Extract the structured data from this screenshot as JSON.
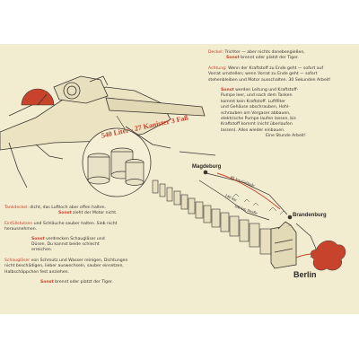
{
  "right_column": [
    {
      "key": "Deckel:",
      "text": "Trichter — aber nichts danebengießen,"
    },
    {
      "key": "Sonst",
      "text": "brennt oder platzt der Tiger."
    },
    {
      "key": "Achtung:",
      "text": "Wenn der Kraftstoff zu Ende geht — sofort auf"
    },
    {
      "key": "",
      "text": "Vorrat umstellen; wenn Vorrat zu Ende geht — sofort"
    },
    {
      "key": "",
      "text": "stehenbleiben und Motor ausschalten. 30 Sekunden Arbeit!"
    },
    {
      "key": "Sonst",
      "text": "werden Leitung und Kraftstoff-"
    },
    {
      "key": "",
      "text": "Pumpe leer, und nach dem Tanken"
    },
    {
      "key": "",
      "text": "kommt kein Kraftstoff. Luftfilter"
    },
    {
      "key": "",
      "text": "und Gehäuse abschrauben, Hohl-"
    },
    {
      "key": "",
      "text": "schrauben am Vergaser abbauen,"
    },
    {
      "key": "",
      "text": "elektrische Pumpe laufen lassen, bis"
    },
    {
      "key": "",
      "text": "Kraftstoff kommt (nicht überlaufen"
    },
    {
      "key": "",
      "text": "lassen). Alles wieder einbauen."
    },
    {
      "key": "",
      "text": "Eine Stunde Arbeit!"
    }
  ],
  "left_column": [
    {
      "key": "Tankdeckel:",
      "text": "dicht, das Luftloch aber offen halten."
    },
    {
      "key": "Sonst",
      "text": "zieht der Motor nicht."
    },
    {
      "key": "Einfüllstutzen",
      "text": "und Schläuche sauber halten. Sieb nicht"
    },
    {
      "key": "",
      "text": "herausnehmen."
    },
    {
      "key": "Sonst",
      "text": "verdrecken Schaugläser und"
    },
    {
      "key": "",
      "text": "Düsen. Du kannst beide schlecht"
    },
    {
      "key": "",
      "text": "erreichen."
    },
    {
      "key": "Schaugläser",
      "text": "von Schmutz und Wasser reinigen, Dichtungen"
    },
    {
      "key": "",
      "text": "nicht beschädigen, lieber auswechseln, sauber einsetzen,"
    },
    {
      "key": "",
      "text": "Halbschäppchen fest anziehen."
    },
    {
      "key": "Sonst",
      "text": "brennt oder platzt der Tiger."
    }
  ],
  "badge": {
    "line1": "540 Liter = 27 Kanister, 3 Faß",
    "part1": "540 Liter -",
    "part2": "27 Kanister",
    "part3": "3 Faß"
  },
  "map": {
    "city_a": "Magdeburg",
    "city_b": "Brandenburg",
    "city_c": "Berlin",
    "road_a": "85 km Gelände",
    "road_b": "140 km",
    "road_c": "160 km Straße"
  },
  "colors": {
    "paper": "#f2ecd1",
    "ink": "#3a3430",
    "accent": "#c8432b"
  },
  "icons": [
    "fuel-gauge-icon",
    "fuel-barrel-icon",
    "jerrycan-icon"
  ]
}
